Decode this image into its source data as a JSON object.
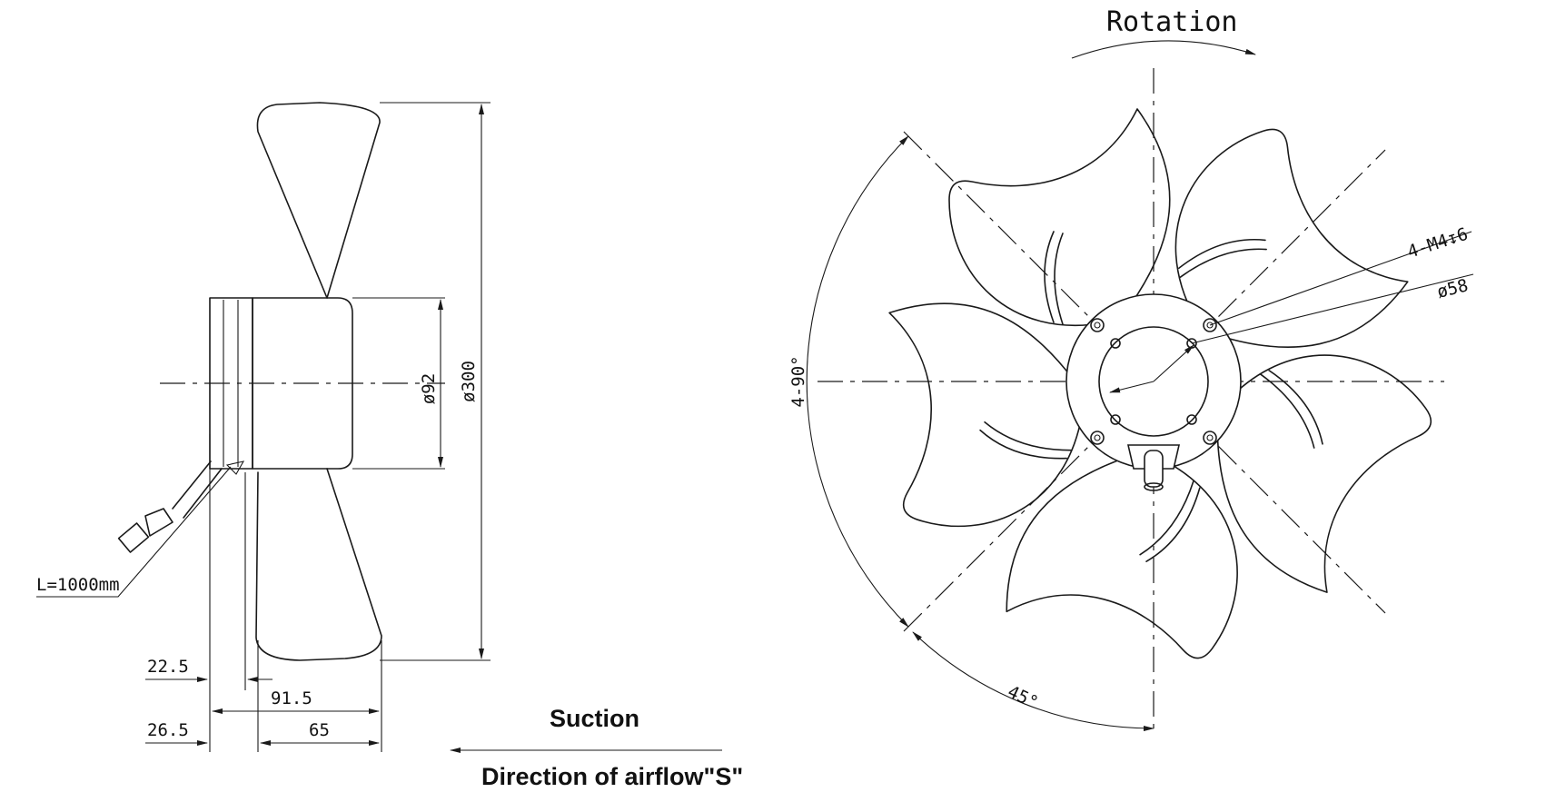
{
  "side_view": {
    "cable_length": "L=1000mm",
    "dim_hub_diameter": "ø92",
    "dim_fan_diameter": "ø300",
    "dim_22_5": "22.5",
    "dim_91_5": "91.5",
    "dim_26_5": "26.5",
    "dim_65": "65"
  },
  "airflow": {
    "suction_label": "Suction",
    "direction_label": "Direction of airflow\"S\""
  },
  "front_view": {
    "rotation_label": "Rotation",
    "mount_holes_label": "4-M4↧6",
    "bolt_circle_label": "ø58",
    "hole_spacing_label": "4-90°",
    "angle_label": "45°"
  }
}
